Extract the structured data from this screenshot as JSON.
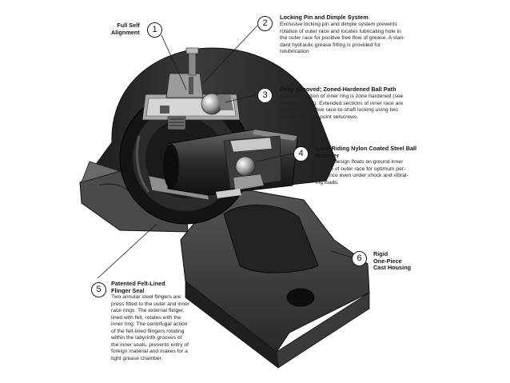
{
  "callouts": [
    {
      "number": "1",
      "title": "Full Self\nAlignment",
      "text": ""
    },
    {
      "number": "2",
      "title": "Locking Pin and Dimple System",
      "text": "Exclusive locking pin and dimple system prevents\nrotation of outer race and locates lubricating hole in\nthe outer race for positive free flow of grease. A stan-\ndard hydraulic grease fitting is provided for\nrelubrication."
    },
    {
      "number": "3",
      "title": "Deep Grooved; Zoned-Hardened Ball Path",
      "text": "Ball path section of inner ring is zone hardened (see\ndarkened area). Extended sections of inner race are\nleft soft for positive race-to-shaft locking using two\nself-locking, cup-point setscrews."
    },
    {
      "number": "4",
      "title": "Land Riding Nylon Coated Steel Ball\nRetainer",
      "text": "Unique design floats on ground inner\nsurface of outer race for optimum per-\nformance even under shock and vibrat-\ning loads."
    },
    {
      "number": "5",
      "title": "Patented Felt-Lined\nFlinger Seal",
      "text": "Two annular steel flingers are\npress fitted to the outer and inner\nrace rings. The external flinger,\nlined with felt, rotates with the\ninner ring. The centrifugal action\nof the felt-lined flingers rotating\nwithin the labyrinth grooves of\nthe inner seals, prevents entry of\nforeign material and makes for a\ntight grease chamber."
    },
    {
      "number": "6",
      "title": "Rigid\nOne-Piece\nCast Housing",
      "text": ""
    }
  ]
}
